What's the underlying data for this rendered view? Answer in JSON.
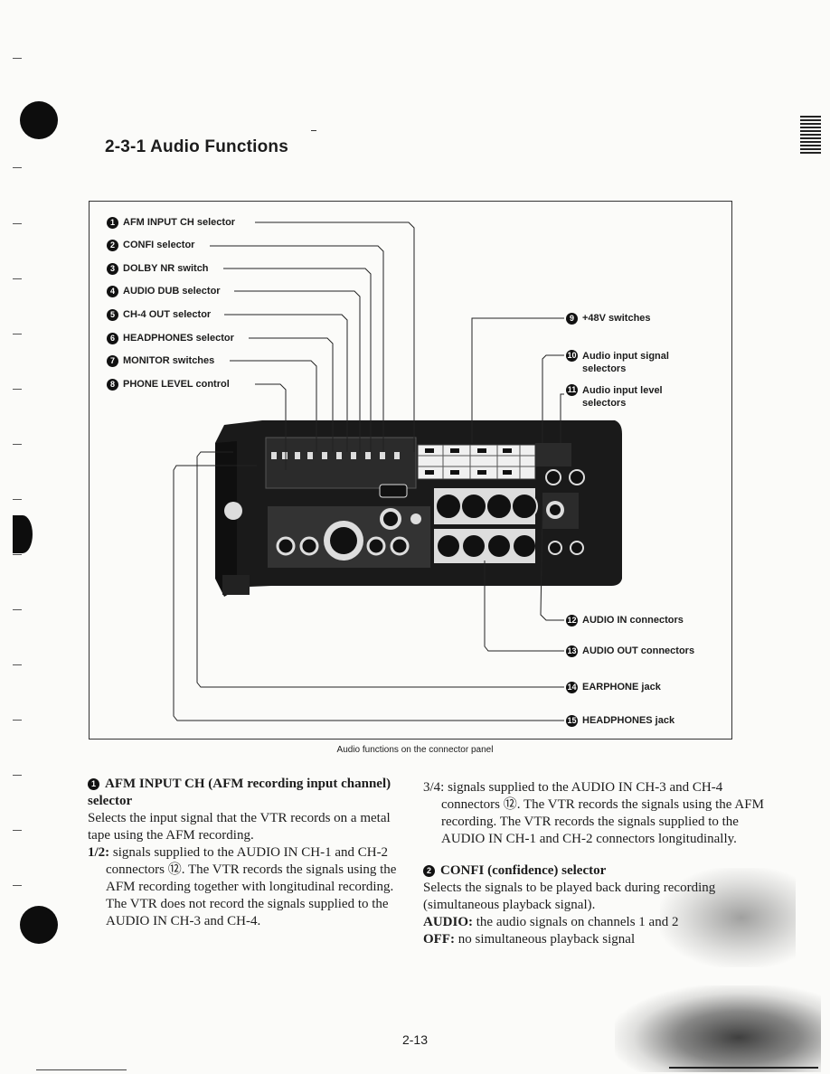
{
  "section": {
    "title": "2-3-1 Audio Functions"
  },
  "figure": {
    "left_callouts": [
      {
        "num": "1",
        "label": "AFM INPUT CH selector"
      },
      {
        "num": "2",
        "label": "CONFI selector"
      },
      {
        "num": "3",
        "label": "DOLBY NR switch"
      },
      {
        "num": "4",
        "label": "AUDIO DUB selector"
      },
      {
        "num": "5",
        "label": "CH-4 OUT selector"
      },
      {
        "num": "6",
        "label": "HEADPHONES selector"
      },
      {
        "num": "7",
        "label": "MONITOR switches"
      },
      {
        "num": "8",
        "label": "PHONE LEVEL control"
      }
    ],
    "right_callouts": [
      {
        "num": "9",
        "label": "+48V switches"
      },
      {
        "num": "10",
        "label": "Audio input signal selectors"
      },
      {
        "num": "11",
        "label": "Audio input level selectors"
      },
      {
        "num": "12",
        "label": "AUDIO IN connectors"
      },
      {
        "num": "13",
        "label": "AUDIO OUT connectors"
      },
      {
        "num": "14",
        "label": "EARPHONE jack"
      },
      {
        "num": "15",
        "label": "HEADPHONES jack"
      }
    ],
    "caption": "Audio functions on the connector panel"
  },
  "left_column": {
    "heading_num": "1",
    "heading": "AFM INPUT CH (AFM recording input channel) selector",
    "intro": "Selects the input signal that the VTR records on a metal tape using the AFM recording.",
    "item1_key": "1/2:",
    "item1_text": "signals supplied to the AUDIO IN CH-1 and CH-2 connectors ⑫. The VTR records the signals using the AFM recording together with longitudinal recording. The VTR does not record the signals supplied to the AUDIO IN CH-3 and CH-4."
  },
  "right_column": {
    "item2_key": "3/4:",
    "item2_text": "signals supplied to the AUDIO IN CH-3 and CH-4 connectors ⑫. The VTR records the signals using the AFM recording. The VTR records the signals supplied to the AUDIO IN CH-1 and CH-2 connectors longitudinally.",
    "heading_num": "2",
    "heading": "CONFI (confidence) selector",
    "intro": "Selects the signals to be played back during recording (simultaneous playback signal).",
    "audio_key": "AUDIO:",
    "audio_text": "the audio signals on channels 1 and 2",
    "off_key": "OFF:",
    "off_text": "no simultaneous playback signal"
  },
  "page_number": "2-13"
}
